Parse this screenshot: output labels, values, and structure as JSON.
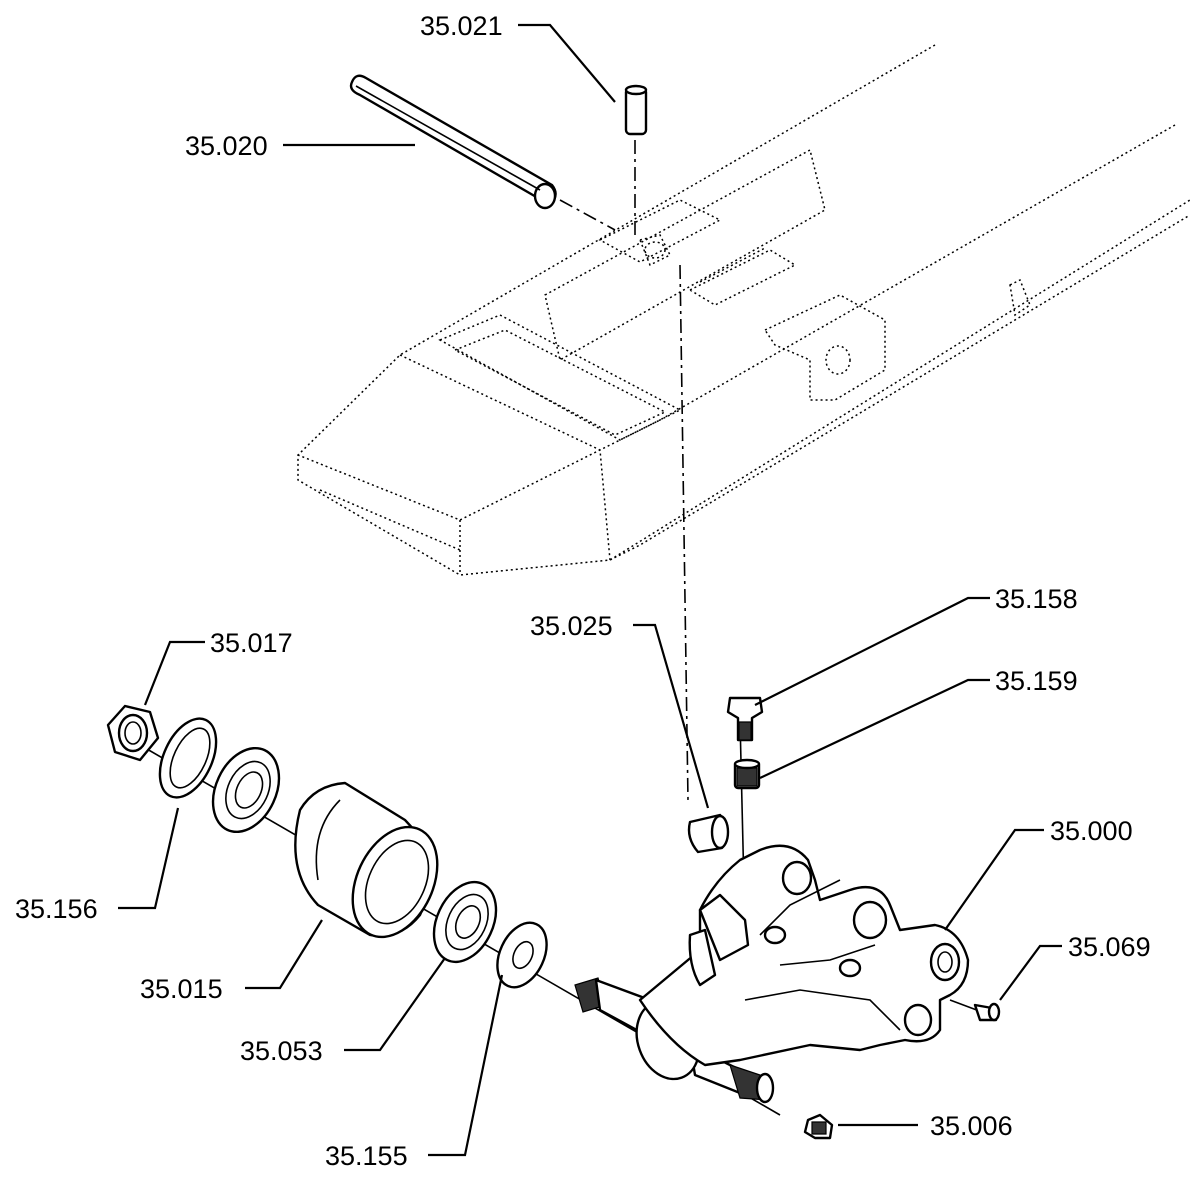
{
  "labels": {
    "p35021": "35.021",
    "p35020": "35.020",
    "p35158": "35.158",
    "p35025": "35.025",
    "p35159": "35.159",
    "p35017": "35.017",
    "p35000": "35.000",
    "p35069": "35.069",
    "p35156": "35.156",
    "p35015": "35.015",
    "p35053": "35.053",
    "p35006": "35.006",
    "p35155": "35.155"
  }
}
